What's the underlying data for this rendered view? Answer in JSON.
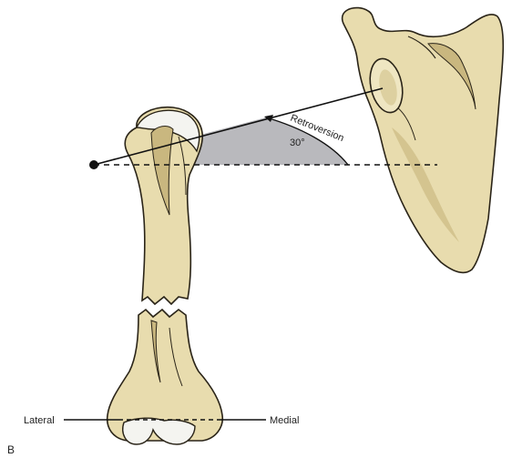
{
  "labels": {
    "retroversion": "Retroversion",
    "angle": "30°",
    "lateral": "Lateral",
    "medial": "Medial",
    "panel": "B"
  },
  "colors": {
    "bone_fill": "#e8dcae",
    "bone_shadow": "#c9b77f",
    "bone_outline": "#2a2418",
    "angle_fill": "#b9b9bd",
    "line": "#111111",
    "cartilage": "#f4f4f0"
  },
  "angle_degrees": 30
}
